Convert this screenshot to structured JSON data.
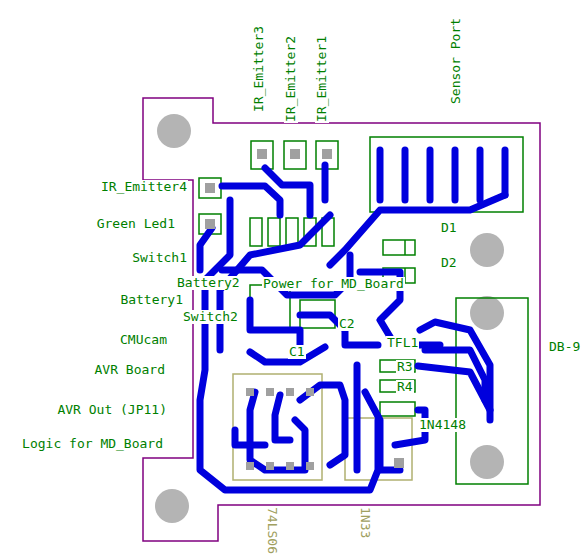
{
  "diagram": {
    "labels": [
      "IR_Emitter3",
      "IR_Emitter2",
      "IR_Emitter1",
      "Sensor Port",
      "IR_Emitter4",
      "Green Led1",
      "Switch1",
      "Battery2",
      "Battery1",
      "Switch2",
      "CMUcam",
      "AVR Board",
      "AVR Out (JP11)",
      "Logic for MD_Board",
      "Power for MD_Board",
      "D1",
      "D2",
      "C1",
      "C2",
      "TFL1",
      "R3",
      "R4",
      "1N4148",
      "DB-9",
      "74LS06",
      "1N33"
    ]
  }
}
